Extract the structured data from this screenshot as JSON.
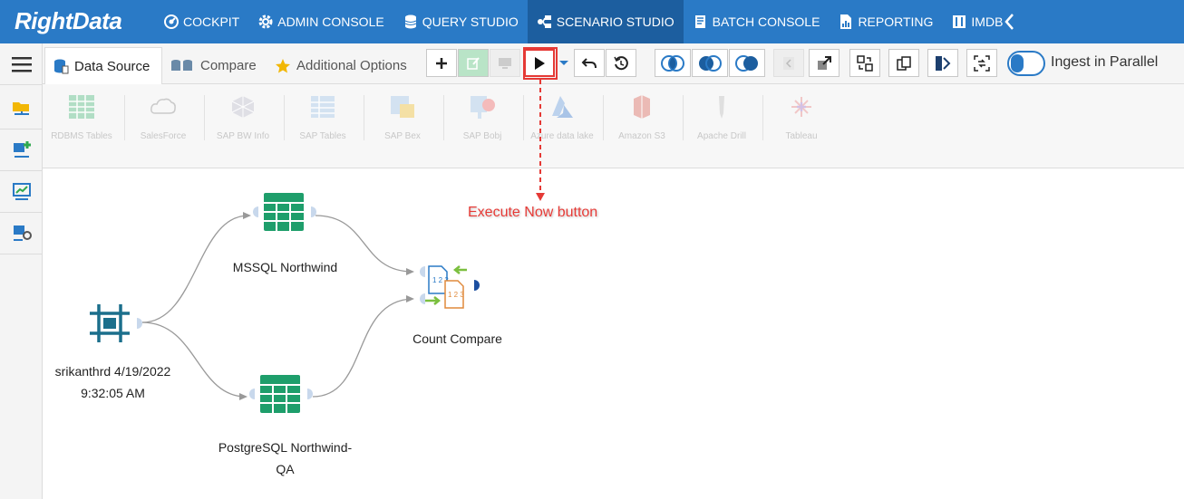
{
  "app": {
    "logo": "RightData",
    "colors": {
      "brand": "#2a7ac6",
      "active_nav": "#1c5e9f",
      "annotation": "#e53935",
      "node_teal": "#1b6f8c",
      "node_green": "#1e9e6b"
    }
  },
  "nav": [
    {
      "label": "COCKPIT",
      "icon": "gauge-icon"
    },
    {
      "label": "ADMIN CONSOLE",
      "icon": "gear-icon"
    },
    {
      "label": "QUERY STUDIO",
      "icon": "database-icon"
    },
    {
      "label": "SCENARIO STUDIO",
      "icon": "scenario-icon",
      "active": true
    },
    {
      "label": "BATCH CONSOLE",
      "icon": "batch-icon"
    },
    {
      "label": "REPORTING",
      "icon": "report-icon"
    },
    {
      "label": "IMDB",
      "icon": "imdb-icon"
    }
  ],
  "tabs": [
    {
      "label": "Data Source",
      "icon": "data-source-icon",
      "active": true
    },
    {
      "label": "Compare",
      "icon": "compare-icon"
    },
    {
      "label": "Additional Options",
      "icon": "star-icon"
    }
  ],
  "toolbar": {
    "ingest_label": "Ingest in Parallel"
  },
  "palette": [
    {
      "label": "RDBMS Tables"
    },
    {
      "label": "SalesForce"
    },
    {
      "label": "SAP BW Info"
    },
    {
      "label": "SAP Tables"
    },
    {
      "label": "SAP Bex"
    },
    {
      "label": "SAP Bobj"
    },
    {
      "label": "Azure data lake"
    },
    {
      "label": "Amazon S3"
    },
    {
      "label": "Apache Drill"
    },
    {
      "label": "Tableau"
    }
  ],
  "nodes": {
    "source": {
      "line1": "srikanthrd 4/19/2022",
      "line2": "9:32:05 AM"
    },
    "mssql": {
      "label": "MSSQL Northwind"
    },
    "postgres": {
      "line1": "PostgreSQL Northwind-",
      "line2": "QA"
    },
    "compare": {
      "label": "Count Compare"
    }
  },
  "annotation": {
    "text": "Execute Now button"
  }
}
